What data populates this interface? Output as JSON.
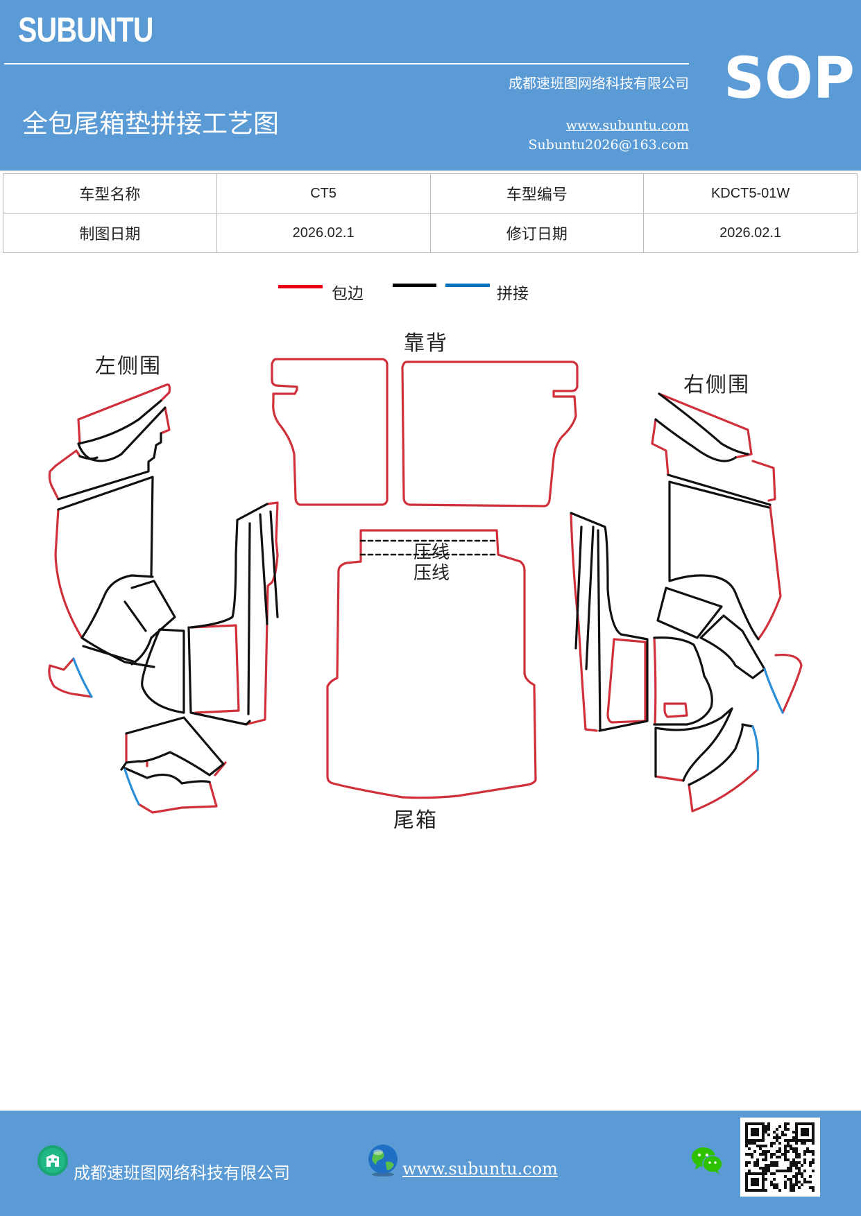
{
  "header": {
    "brand": "SUBUNTU",
    "company": "成都速班图网络科技有限公司",
    "title": "全包尾箱垫拼接工艺图",
    "website": "www.subuntu.com",
    "email": "Subuntu2026@163.com",
    "badge": "SOP"
  },
  "info": {
    "row1": {
      "label1": "车型名称",
      "value1": "CT5",
      "label2": "车型编号",
      "value2": "KDCT5-01W"
    },
    "row2": {
      "label1": "制图日期",
      "value1": "2026.02.1",
      "label2": "修订日期",
      "value2": "2026.02.1"
    }
  },
  "legend": {
    "items": [
      {
        "color": "#e60012",
        "label": "包边"
      },
      {
        "color": "#000000",
        "label": ""
      },
      {
        "color": "#0070c0",
        "label": "拼接"
      }
    ]
  },
  "diagram": {
    "labels": {
      "left_side": "左侧围",
      "backrest": "靠背",
      "right_side": "右侧围",
      "press_line_1": "压线",
      "press_line_2": "压线",
      "trunk": "尾箱"
    },
    "colors": {
      "edge": "#d0303a",
      "seam": "#111111",
      "join": "#2a8fd6"
    }
  },
  "footer": {
    "company": "成都速班图网络科技有限公司",
    "website": "www.subuntu.com"
  }
}
